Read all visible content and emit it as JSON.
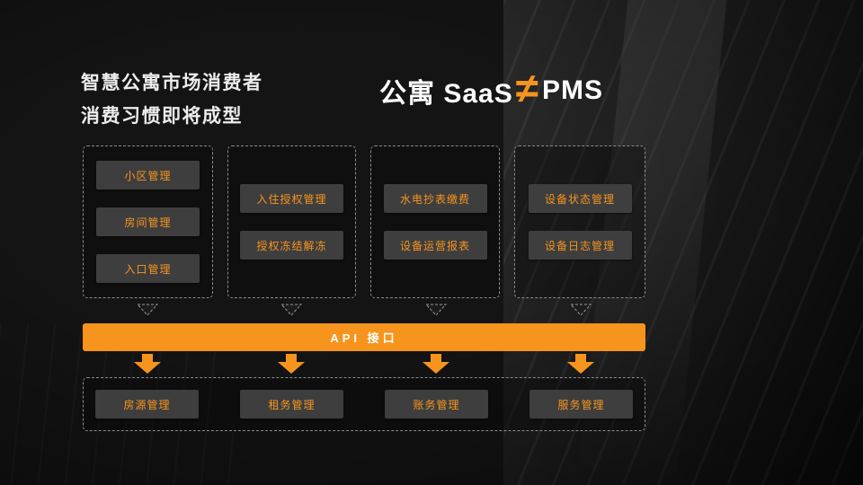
{
  "header": {
    "subtitle_line1": "智慧公寓市场消费者",
    "subtitle_line2": "消费习惯即将成型",
    "title_left": "公寓 SaaS",
    "title_symbol": "≠",
    "title_right": "PMS"
  },
  "groups": [
    {
      "items": [
        "小区管理",
        "房间管理",
        "入口管理"
      ]
    },
    {
      "items": [
        "入住授权管理",
        "授权冻结解冻"
      ]
    },
    {
      "items": [
        "水电抄表缴费",
        "设备运营报表"
      ]
    },
    {
      "items": [
        "设备状态管理",
        "设备日志管理"
      ]
    }
  ],
  "api_bar": {
    "label": "API 接口"
  },
  "bottom_row": {
    "items": [
      "房源管理",
      "租务管理",
      "账务管理",
      "服务管理"
    ]
  },
  "colors": {
    "accent": "#f7941e",
    "button_bg": "#3e3e3e",
    "button_text": "#f7941e",
    "bar_text": "#ffffff",
    "background": "#141414",
    "dashed_border": "#8d8d8d",
    "title_text": "#ffffff"
  }
}
